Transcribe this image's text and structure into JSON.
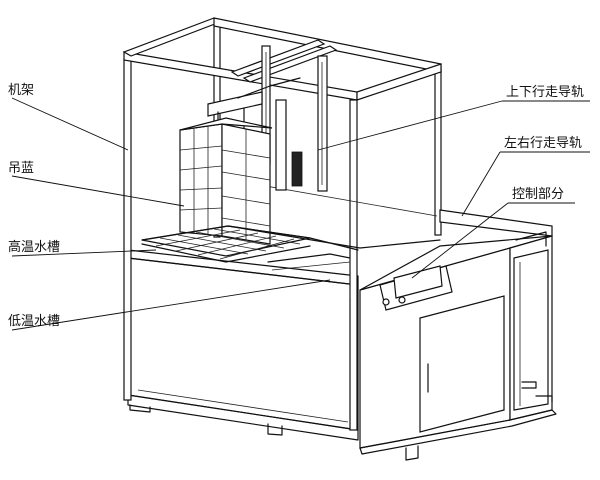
{
  "labels": {
    "frame": "机架",
    "basket": "吊蓝",
    "hot_tank": "高温水槽",
    "cold_tank": "低温水槽",
    "vertical_rail": "上下行走导轨",
    "horizontal_rail": "左右行走导轨",
    "control": "控制部分"
  }
}
